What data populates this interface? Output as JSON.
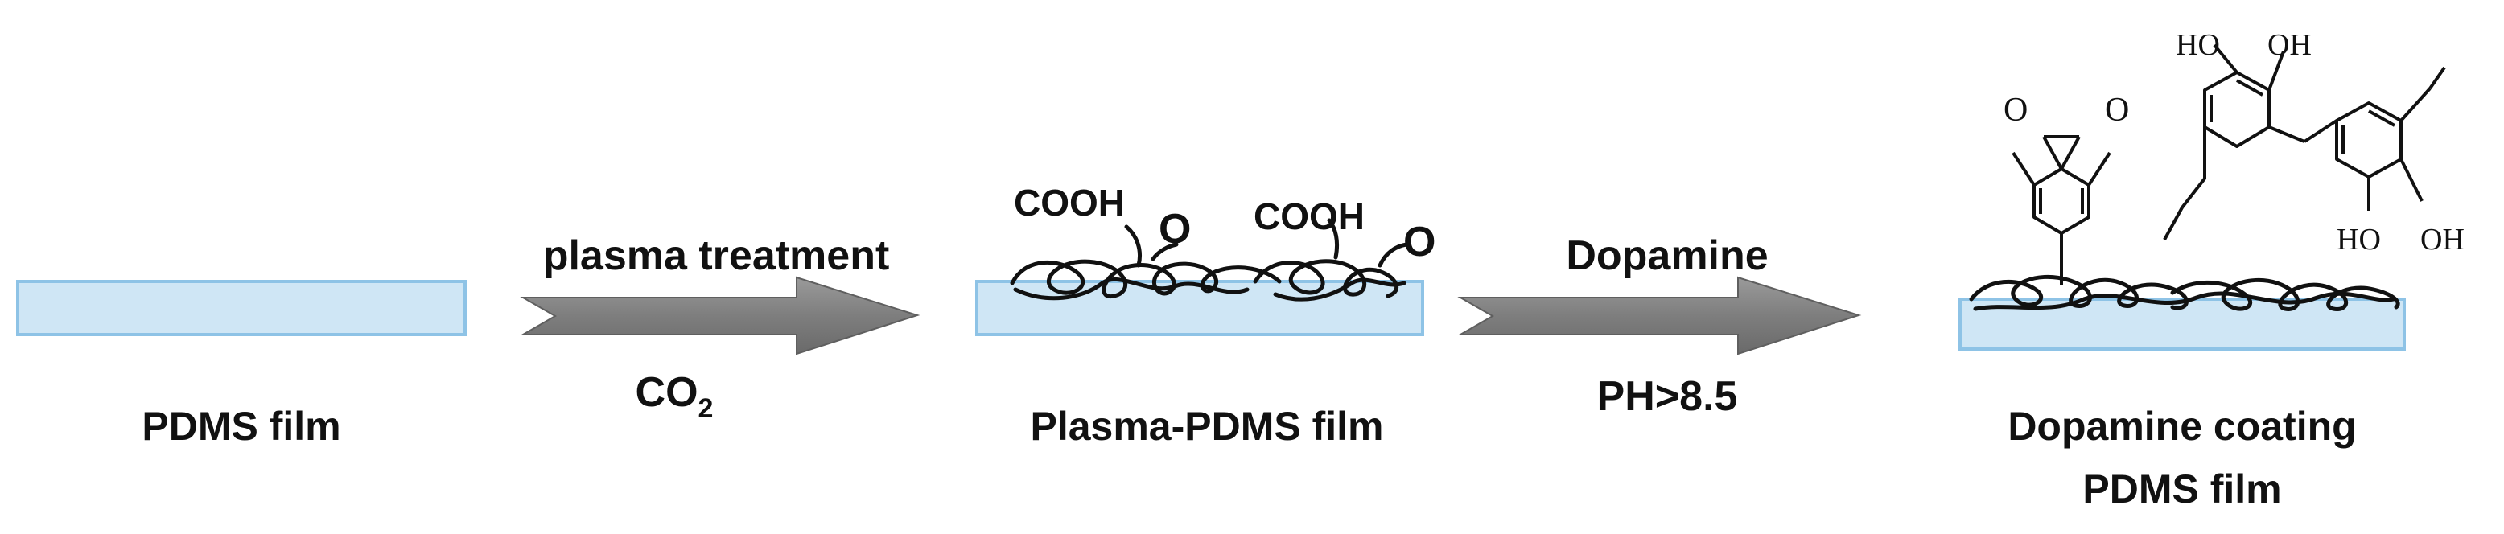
{
  "colors": {
    "film_fill": "#cfe6f5",
    "film_stroke": "#8ec3e6",
    "arrow_fill": "#8a8a8a",
    "arrow_edge": "#5f5f5f",
    "text": "#111111"
  },
  "stage1": {
    "label": "PDMS film"
  },
  "arrow1": {
    "label_top": "plasma treatment",
    "label_bottom_main": "CO",
    "label_bottom_sub": "2"
  },
  "stage2": {
    "label": "Plasma-PDMS film",
    "groups": [
      "COOH",
      "O",
      "COOH",
      "O"
    ]
  },
  "arrow2": {
    "label_top": "Dopamine",
    "label_bottom": "PH>8.5"
  },
  "stage3": {
    "label_line1": "Dopamine coating",
    "label_line2": "PDMS film",
    "quinone_o_left": "O",
    "quinone_o_right": "O",
    "oh_top_left": "HO",
    "oh_top_right": "OH",
    "oh_bottom_left": "HO",
    "oh_bottom_right": "OH"
  }
}
